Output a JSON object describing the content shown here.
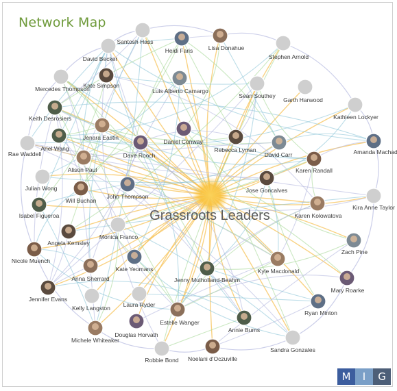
{
  "title": "Network Map",
  "hub": {
    "label": "Grassroots Leaders",
    "color": "#f9c23c"
  },
  "edge_colors": [
    "#f7c35a",
    "#8fc6d9",
    "#a9d89a",
    "#b5b9e0"
  ],
  "node_fill": "#cfcfcf",
  "nodes": [
    "Santosh Hass",
    "Heidi Faris",
    "Lisa Donahue",
    "Stephen Arnold",
    "David Becker",
    "Mercedes Thompson",
    "Kate Simpson",
    "Luis Alberto Camargo",
    "Sean Southey",
    "Garth Harwood",
    "Kathleen Lockyer",
    "Keith Desrosiers",
    "Jenara Eastin",
    "Daniel Conway",
    "Rebecca Lyman",
    "David Carr",
    "Karen Randall",
    "Amanda Machado",
    "Rae Waddell",
    "Ariel Wang",
    "Alison Paul",
    "Dave Rooch",
    "Jose Goncalves",
    "Julian Wong",
    "Will Buchan",
    "John Thompson",
    "Kira Anne Taylor",
    "Isabel Figueroa",
    "Karen Kolowatova",
    "Monica Franco",
    "Angela Kemsley",
    "Zach Pine",
    "Nicole Muench",
    "Kate Yeomans",
    "Anna Sherrard",
    "Jenny Mulholland-Beahm",
    "Kyle Macdonald",
    "Mary Roarke",
    "Jennifer Evans",
    "Kelly Langston",
    "Laura Ryder",
    "Ryan Minton",
    "Estelle Wanger",
    "Annie Burns",
    "Michele Whiteaker",
    "Douglas Horvath",
    "Sandra Gonzales",
    "Robbie Bond",
    "Noelani d'Oczuville"
  ],
  "logo": {
    "letters": [
      "M",
      "I",
      "G"
    ],
    "colors": [
      "#3c5d9e",
      "#7a9fc7",
      "#4d5f78"
    ]
  }
}
